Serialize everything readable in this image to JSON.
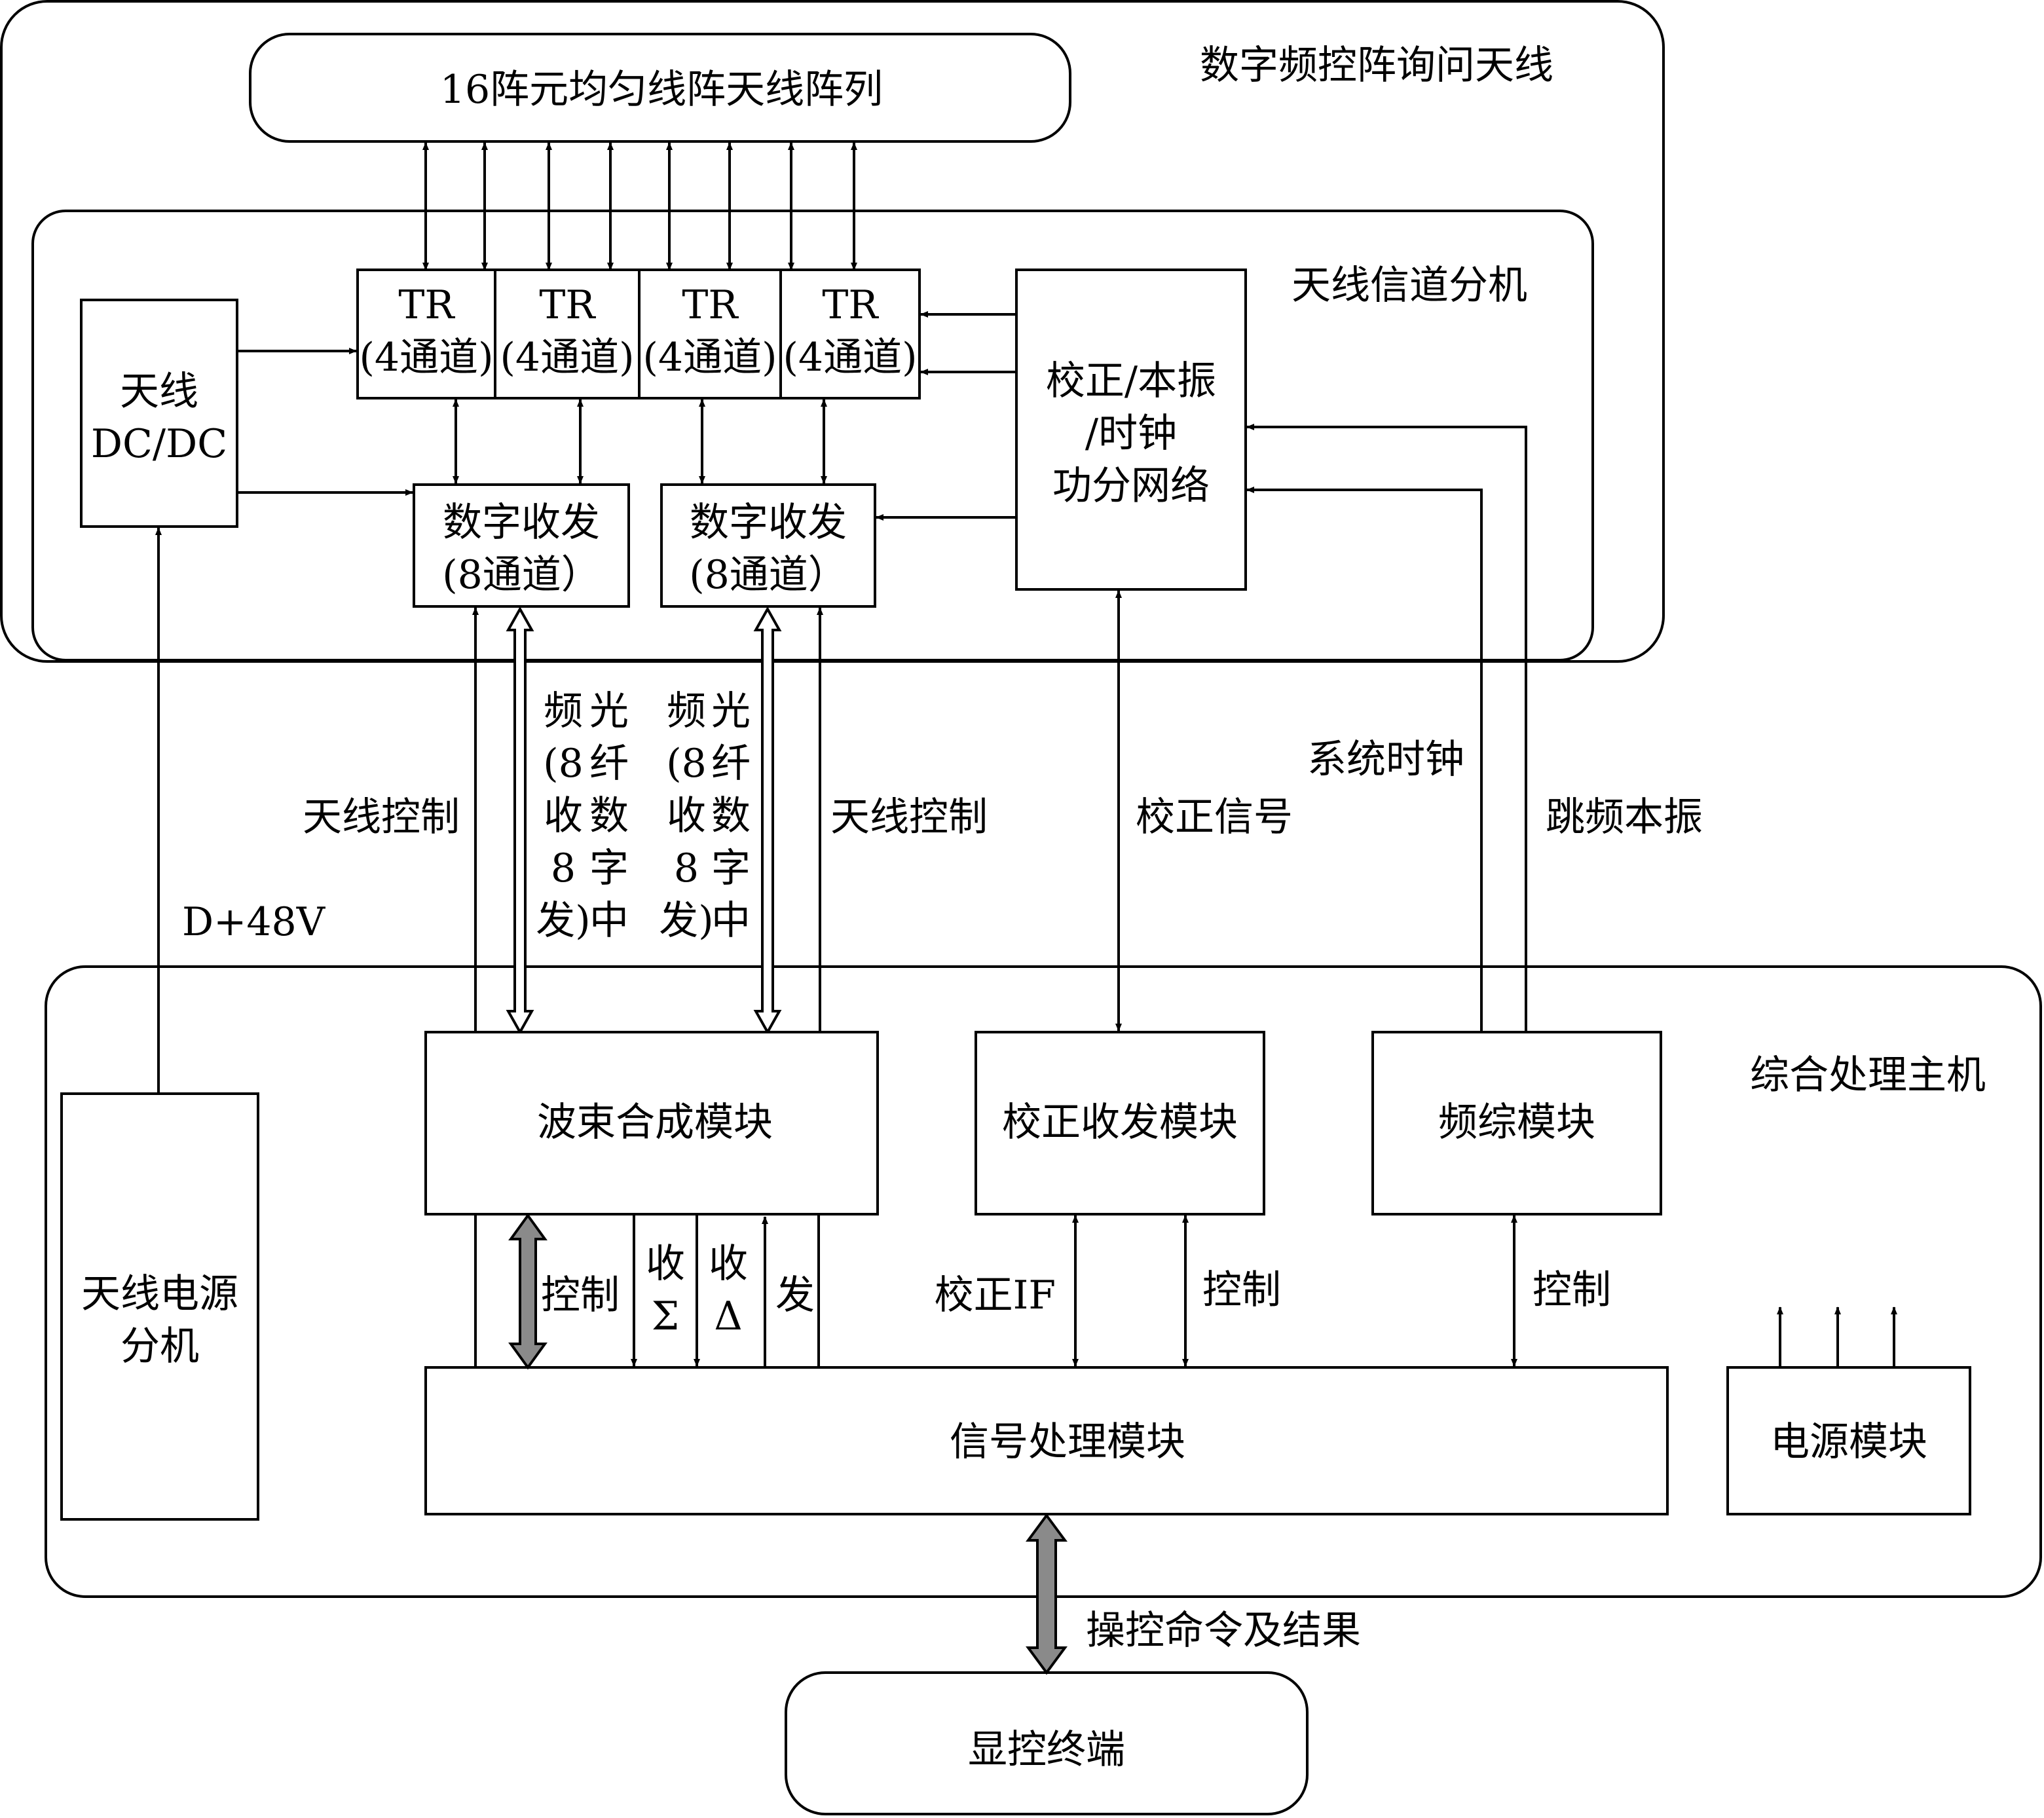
{
  "labels": {
    "antenna_array": "16阵元均匀线阵天线阵列",
    "outer_title": "数字频控阵询问天线",
    "channel_title": "天线信道分机",
    "dcdc_line1": "天线",
    "dcdc_line2": "DC/DC",
    "tr_line1": "TR",
    "tr_line2": "(4通道)",
    "calib_line1": "校正/本振",
    "calib_line2": "/时钟",
    "calib_line3": "功分网络",
    "transceiver_line1": "数字收发",
    "transceiver_line2": "(8通道）",
    "antenna_control": "天线控制",
    "fiber_col1": [
      "频",
      "(8",
      "收",
      "8",
      "发)"
    ],
    "fiber_col2": [
      "光",
      "纤",
      "数",
      "字",
      "中"
    ],
    "d48v": "D+48V",
    "calib_signal": "校正信号",
    "system_clock": "系统时钟",
    "hop_lo": "跳频本振",
    "host_title": "综合处理主机",
    "power_dist_line1": "天线电源",
    "power_dist_line2": "分机",
    "beamforming": "波束合成模块",
    "calib_trx": "校正收发模块",
    "freq_synth": "频综模块",
    "control": "控制",
    "rx": "收",
    "sigma": "Σ",
    "delta": "Δ",
    "tx": "发",
    "calib_if": "校正IF",
    "signal_proc": "信号处理模块",
    "power_module": "电源模块",
    "ops_cmd": "操控命令及结果",
    "display_terminal": "显控终端"
  }
}
